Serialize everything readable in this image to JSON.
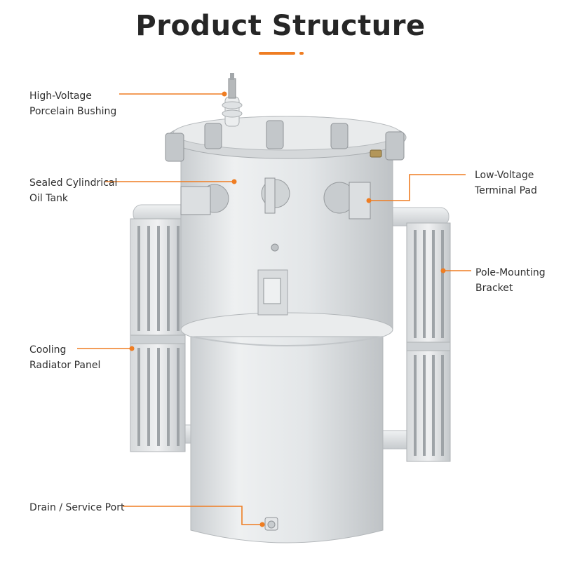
{
  "title": "Product Structure",
  "colors": {
    "accent": "#ef7d22",
    "title_text": "#262626",
    "label_text": "#2f2f2f",
    "tank": "#e3e6e8"
  },
  "labels": {
    "hv_bushing": [
      "High-Voltage",
      "Porcelain Bushing"
    ],
    "oil_tank": [
      "Sealed Cylindrical",
      "Oil Tank"
    ],
    "radiator": [
      "Cooling",
      "Radiator Panel"
    ],
    "drain": [
      "Drain / Service Port"
    ],
    "lv_terminal": [
      "Low-Voltage",
      "Terminal Pad"
    ],
    "bracket": [
      "Pole-Mounting",
      "Bracket"
    ]
  }
}
